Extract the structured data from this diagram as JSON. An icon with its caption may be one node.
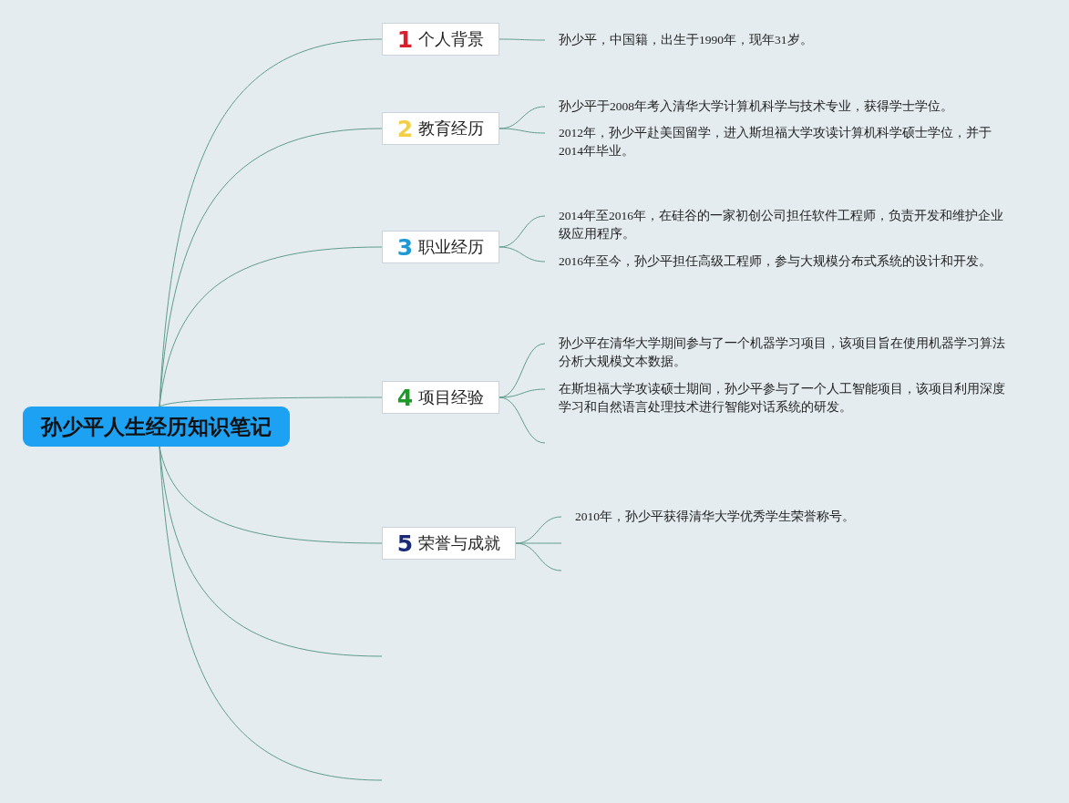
{
  "diagram": {
    "nodes": [
      {
        "text": [
          "孙少平人生经历知识笔记"
        ]
      },
      {
        "text": [
          "1",
          "个人背景"
        ]
      },
      {
        "text": [
          "2",
          "教育经历"
        ]
      },
      {
        "text": [
          "3",
          "职业经历"
        ]
      },
      {
        "text": [
          "4",
          "项目经验"
        ]
      },
      {
        "text": [
          "5",
          "荣誉与成就"
        ]
      },
      {
        "text": [
          "孙少平，中国籍，出生于1990年，现年31岁。"
        ]
      },
      {
        "text": [
          "孙少平于2008年考入清华大学计算机科学与技术专业，获得学士学位。"
        ]
      },
      {
        "text": [
          "2012年，孙少平赴美国留学，进入斯坦福大学攻读计算机科学硕士学位，并于2014年毕业。"
        ]
      },
      {
        "text": [
          "2014年至2016年，在硅谷的一家初创公司担任软件工程师，负责开发和维护企业级应用程序。"
        ]
      },
      {
        "text": [
          "2016年至今，孙少平担任高级工程师，参与大规模分布式系统的设计和开发。"
        ]
      },
      {
        "text": [
          "孙少平在清华大学期间参与了一个机器学习项目，该项目旨在使用机器学习算法分析大规模文本数据。"
        ]
      },
      {
        "text": [
          "在斯坦福大学攻读硕士期间，孙少平参与了一个人工智能项目，该项目利用深度学习和自然语言处理技术进行智能对话系统的研发。"
        ]
      },
      {
        "text": [
          "2010年，孙少平获得清华大学优秀学生荣誉称号。"
        ]
      }
    ],
    "edges": [
      {
        "from": 0,
        "to": 1,
        "arrow": "none"
      },
      {
        "from": 0,
        "to": 2,
        "arrow": "none"
      },
      {
        "from": 0,
        "to": 3,
        "arrow": "none"
      },
      {
        "from": 0,
        "to": 4,
        "arrow": "none"
      },
      {
        "from": 0,
        "to": 5,
        "arrow": "none"
      },
      {
        "from": 0,
        "to": null,
        "arrow": "none"
      },
      {
        "from": 0,
        "to": null,
        "arrow": "none"
      },
      {
        "from": 1,
        "to": 6,
        "arrow": "none"
      },
      {
        "from": 2,
        "to": 7,
        "arrow": "none"
      },
      {
        "from": 2,
        "to": 8,
        "arrow": "none"
      },
      {
        "from": 3,
        "to": 9,
        "arrow": "none"
      },
      {
        "from": 3,
        "to": 10,
        "arrow": "none"
      },
      {
        "from": 4,
        "to": 11,
        "arrow": "none"
      },
      {
        "from": 4,
        "to": 12,
        "arrow": "none"
      },
      {
        "from": 4,
        "to": null,
        "arrow": "none"
      },
      {
        "from": 5,
        "to": 13,
        "arrow": "none"
      },
      {
        "from": 5,
        "to": null,
        "arrow": "none"
      },
      {
        "from": 5,
        "to": null,
        "arrow": "none"
      }
    ]
  }
}
